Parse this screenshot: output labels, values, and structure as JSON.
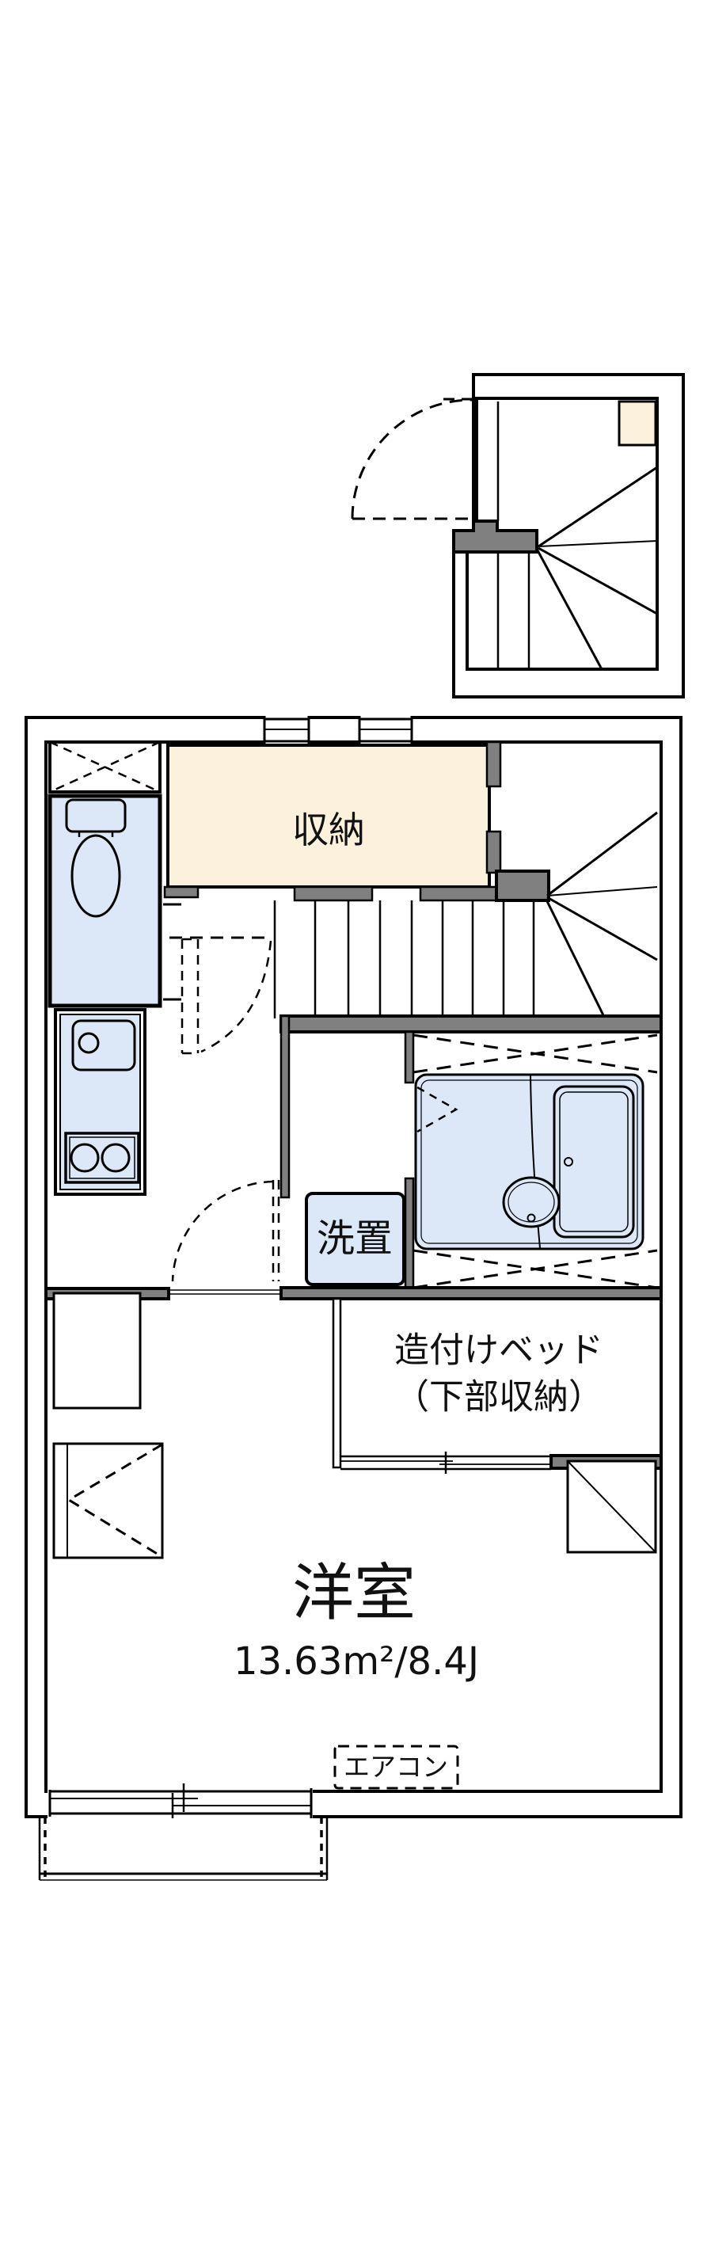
{
  "floorplan": {
    "labels": {
      "storage": "収納",
      "laundry": "洗置",
      "bed_line1": "造付けベッド",
      "bed_line2": "（下部収納）",
      "room_name": "洋室",
      "room_size": "13.63m²/8.4J",
      "aircon": "エアコン"
    },
    "colors": {
      "wall": "#808080",
      "outline": "#000000",
      "storage_fill": "#fcf1dc",
      "fixture_fill": "#dce8f8",
      "background": "#ffffff"
    },
    "icons": [
      "toilet-icon",
      "kitchen-sink-icon",
      "stove-icon",
      "bathtub-icon",
      "shower-basin-icon",
      "washing-machine-slot",
      "stairs-icon",
      "door-swing-icon",
      "window-icon",
      "balcony-icon",
      "aircon-box",
      "upper-cabinet-icon",
      "corner-shelf-icon",
      "bifold-closet-icon"
    ]
  }
}
